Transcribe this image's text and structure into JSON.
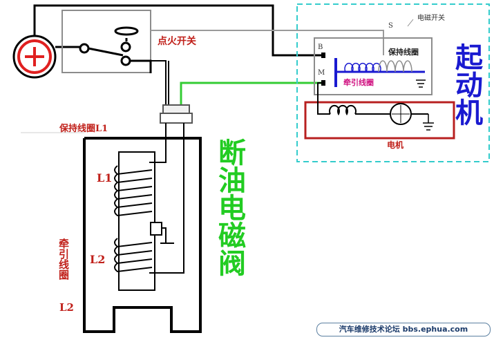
{
  "labels": {
    "ignition_switch": "点火开关",
    "solenoid_switch": "电磁开关",
    "s_terminal": "S",
    "b_terminal": "B",
    "m_terminal": "M",
    "hold_coil_small": "保持线圈",
    "pull_coil_small": "牵引线圈",
    "motor": "电机",
    "starter": "起动机",
    "hold_coil_l1": "保持线圈L1",
    "l1": "L1",
    "l2": "L2",
    "pull_coil_l2_text": "牵引线圈",
    "pull_coil_l2_suffix": "L2",
    "fuel_solenoid": "断油电磁阀",
    "footer": "汽车维修技术论坛 bbs.ephua.com"
  },
  "colors": {
    "wire": "#000000",
    "gray_wire": "#9a9a9a",
    "green_wire": "#33cc33",
    "red_box": "#b82020",
    "cyan_dash": "#33cccc",
    "coil_blue": "#1a1ad0",
    "battery_red": "#e02020"
  }
}
